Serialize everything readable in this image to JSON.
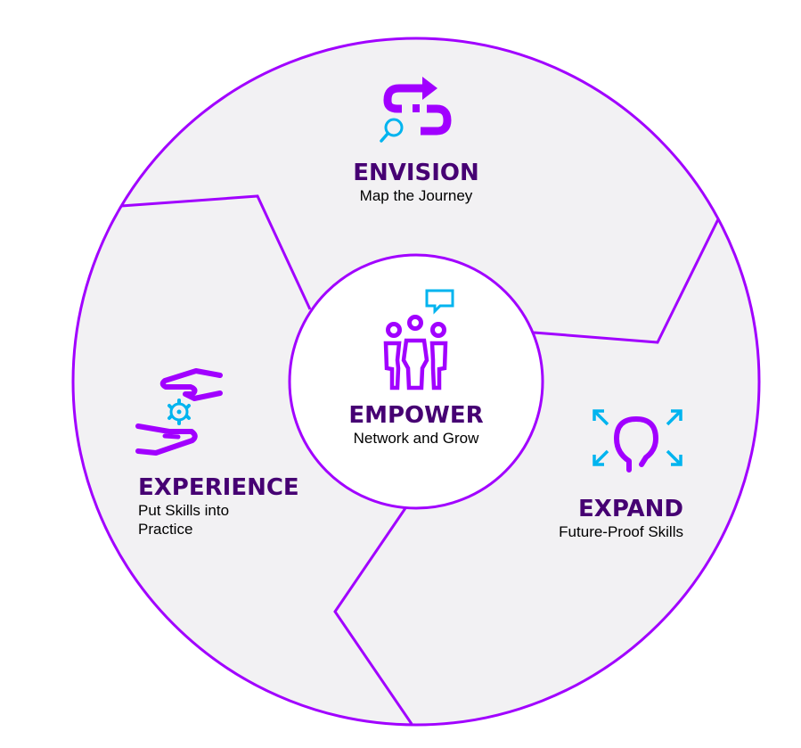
{
  "colors": {
    "ring_stroke": "#a100ff",
    "ring_fill": "#f2f1f3",
    "center_fill": "#ffffff",
    "icon_purple": "#a100ff",
    "icon_blue": "#00b4ef",
    "title": "#460073",
    "subtitle": "#000000"
  },
  "center": {
    "icon": "people-group-chat-icon",
    "title": "EMPOWER",
    "subtitle": "Network and Grow"
  },
  "segments": [
    {
      "id": "envision",
      "icon": "route-search-icon",
      "title": "ENVISION",
      "subtitle": "Map the Journey"
    },
    {
      "id": "expand",
      "icon": "lightbulb-expand-icon",
      "title": "EXPAND",
      "subtitle": "Future-Proof Skills"
    },
    {
      "id": "experience",
      "icon": "hands-gear-icon",
      "title": "EXPERIENCE",
      "subtitle_line1": "Put Skills into",
      "subtitle_line2": "Practice"
    }
  ]
}
